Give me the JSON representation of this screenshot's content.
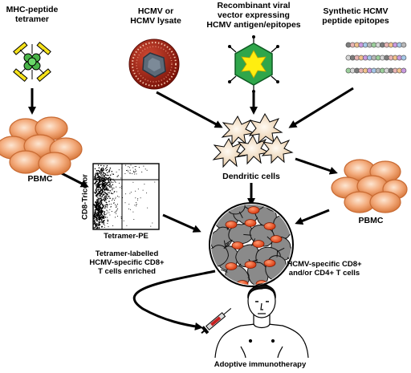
{
  "labels": {
    "tetramer": [
      "MHC-peptide",
      "tetramer"
    ],
    "hcmv": [
      "HCMV or",
      "HCMV lysate"
    ],
    "recombinant": [
      "Recombinant viral",
      "vector expressing",
      "HCMV antigen/epitopes"
    ],
    "synthetic": [
      "Synthetic HCMV",
      "peptide epitopes"
    ],
    "pbmc_left": "PBMC",
    "pbmc_right": "PBMC",
    "dendritic": "Dendritic cells",
    "y_axis": "CD8-Tricolor",
    "x_axis": "Tetramer-PE",
    "enriched": [
      "Tetramer-labelled",
      "HCMV-specific CD8+",
      "T cells enriched"
    ],
    "tcells": [
      "HCMV-specific CD8+",
      "and/or CD4+ T cells"
    ],
    "immunotherapy": "Adoptive immunotherapy"
  },
  "colors": {
    "cell_fill": "#f0a878",
    "cell_edge": "#c86a32",
    "red_cell": "#e2461c",
    "tetramer_green": "#49b548",
    "tetramer_yellow": "#f6e21a",
    "virus_red": "#a01c14",
    "virus_core": "#6f7d8c",
    "vector_green": "#2fa64a",
    "vector_yellow": "#ffee10",
    "dc_fill": "#f6e2c8",
    "grey_cell": "#8a8a8a"
  }
}
